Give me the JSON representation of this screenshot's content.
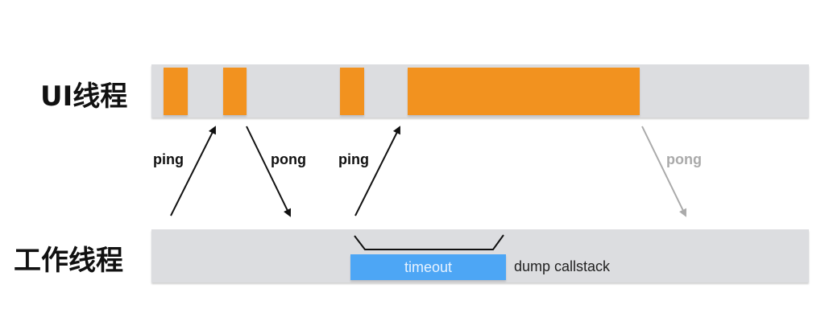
{
  "threads": {
    "ui": {
      "label": "UI线程"
    },
    "worker": {
      "label": "工作线程"
    }
  },
  "messages": [
    {
      "label": "ping",
      "direction": "worker-to-ui",
      "faded": false
    },
    {
      "label": "pong",
      "direction": "ui-to-worker",
      "faded": false
    },
    {
      "label": "ping",
      "direction": "worker-to-ui",
      "faded": false
    },
    {
      "label": "pong",
      "direction": "ui-to-worker",
      "faded": true
    }
  ],
  "timeout": {
    "label": "timeout"
  },
  "action": {
    "label": "dump callstack"
  },
  "colors": {
    "busy": "#f2921f",
    "timeout": "#4da6f5",
    "track": "#dcdde0"
  }
}
